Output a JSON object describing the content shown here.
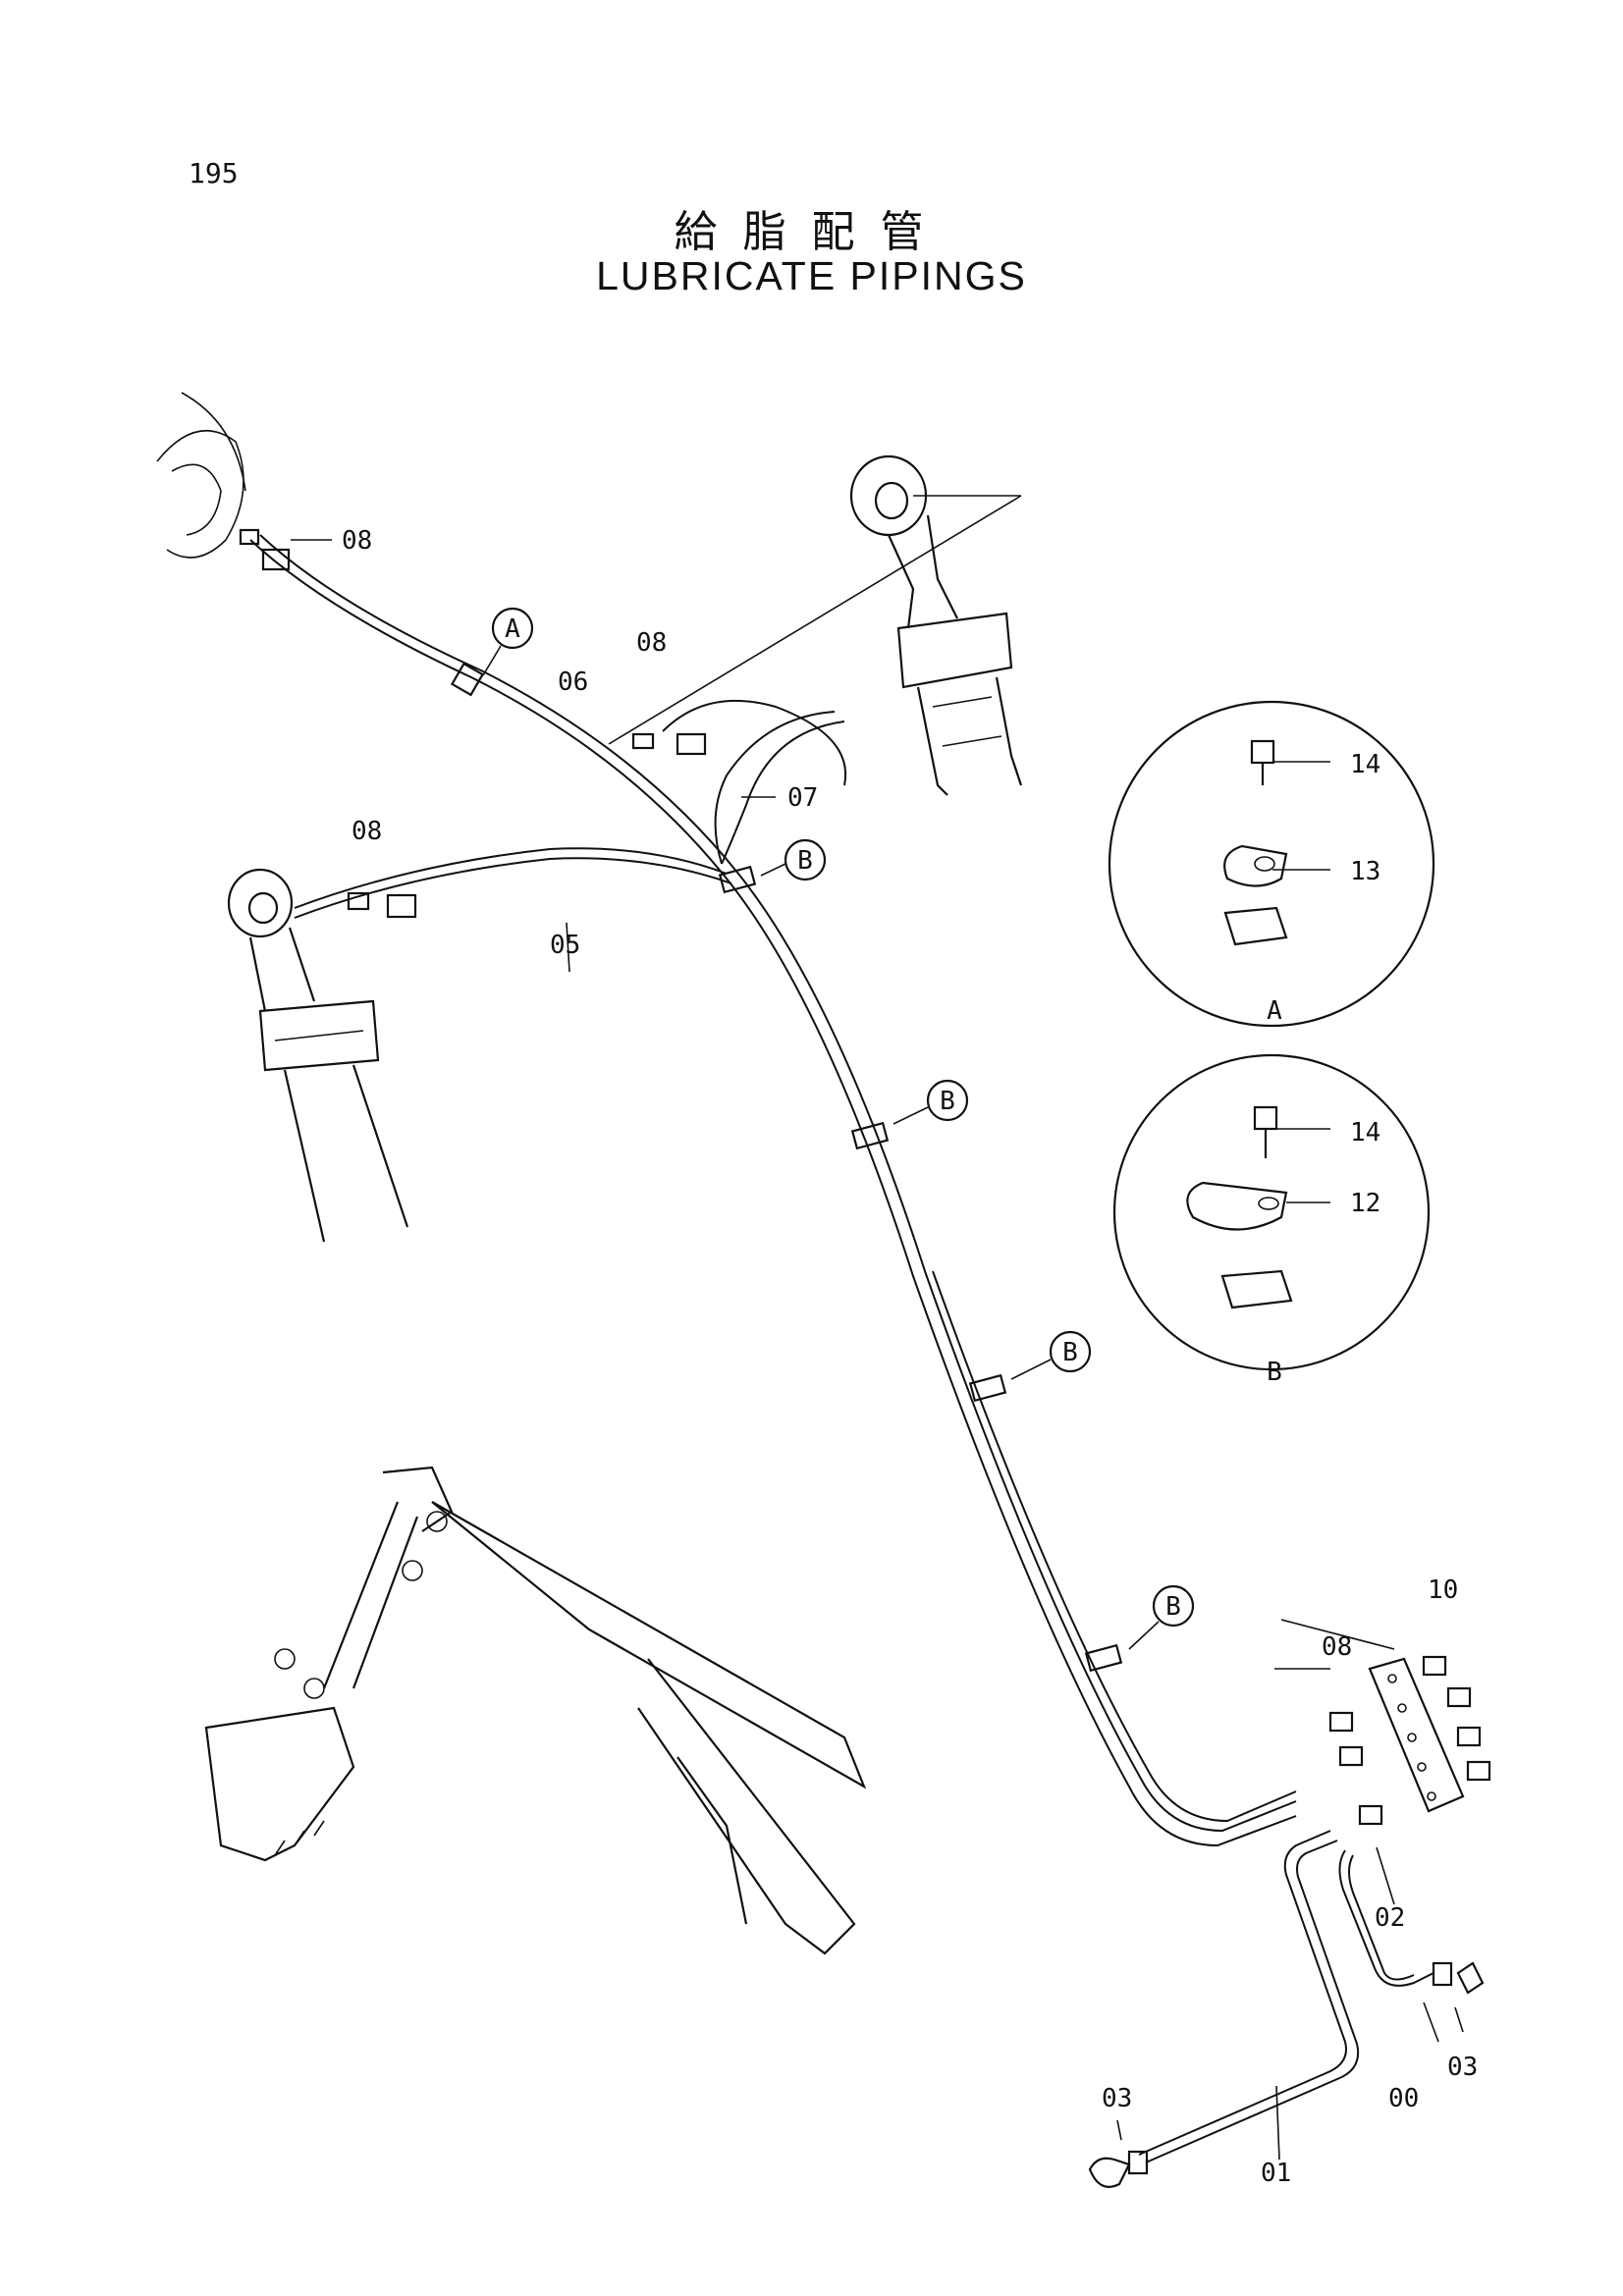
{
  "page_number": "195",
  "title_jp": "給脂配管",
  "title_en": "LUBRICATE PIPINGS",
  "detail_views": [
    {
      "label": "A",
      "parts": [
        "14",
        "13"
      ]
    },
    {
      "label": "B",
      "parts": [
        "14",
        "12"
      ]
    }
  ],
  "clamp_callouts": [
    "A",
    "B",
    "B",
    "B",
    "B"
  ],
  "part_labels": {
    "p08_top": "08",
    "p06": "06",
    "p08_mid": "08",
    "p07": "07",
    "p08_left": "08",
    "p05": "05",
    "p10": "10",
    "p08_right": "08",
    "p02": "02",
    "p03_right": "03",
    "p00": "00",
    "p03_left": "03",
    "p01": "01"
  }
}
